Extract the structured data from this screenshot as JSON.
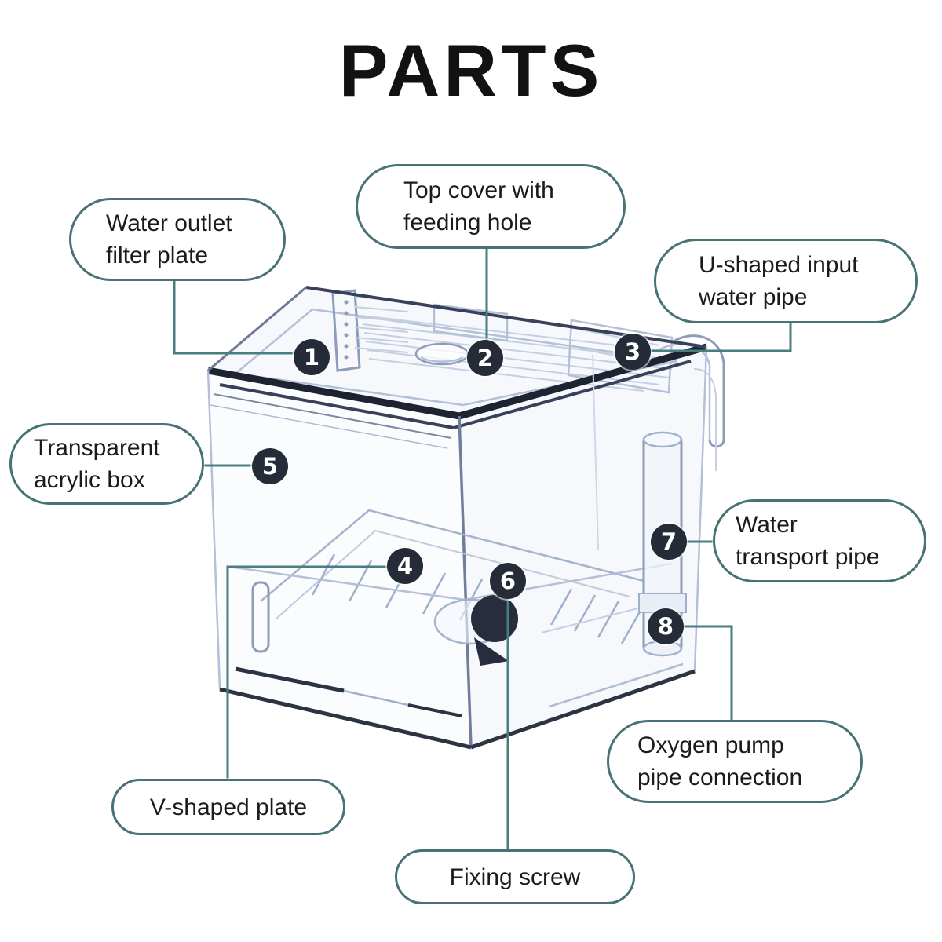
{
  "title": "PARTS",
  "diagram": {
    "subject": "transparent aquarium breeding box parts diagram",
    "colors": {
      "leader_line": "#4a7d80",
      "label_border": "#477276",
      "label_text": "#1b1b1b",
      "marker_background": "#262b38",
      "marker_number": "#ffffff",
      "illustration_light_line": "#b4bfd8",
      "illustration_dark_line": "#1d2330",
      "title_text": "#121212"
    },
    "parts": [
      {
        "number": "1",
        "name": "Water outlet\nfilter plate"
      },
      {
        "number": "2",
        "name": "Top cover with\nfeeding hole"
      },
      {
        "number": "3",
        "name": "U-shaped input\nwater pipe"
      },
      {
        "number": "4",
        "name": "V-shaped plate"
      },
      {
        "number": "5",
        "name": "Transparent\nacrylic box"
      },
      {
        "number": "6",
        "name": "Fixing screw"
      },
      {
        "number": "7",
        "name": "Water\ntransport pipe"
      },
      {
        "number": "8",
        "name": "Oxygen pump\npipe connection"
      }
    ]
  }
}
